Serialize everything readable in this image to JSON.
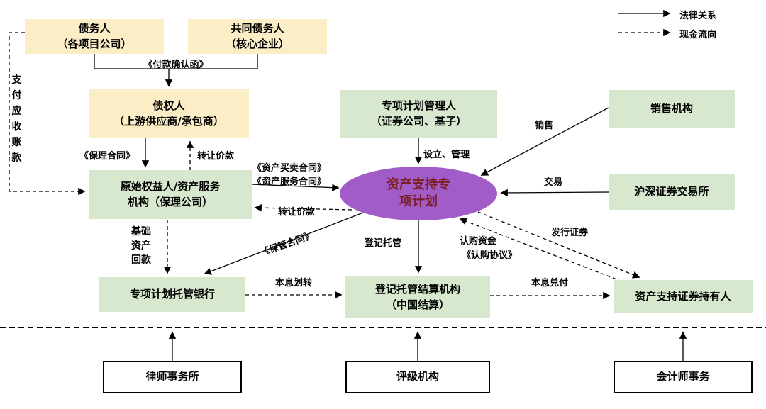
{
  "legend": {
    "legal_label": "法律关系",
    "cash_label": "现金流向"
  },
  "nodes": {
    "debtor": {
      "line1": "债务人",
      "line2": "（各项目公司）"
    },
    "co_debtor": {
      "line1": "共同债务人",
      "line2": "（核心企业）"
    },
    "creditor": {
      "line1": "债权人",
      "line2": "（上游供应商/承包商）"
    },
    "originator": {
      "line1": "原始权益人/资产服务",
      "line2": "机构（保理公司）"
    },
    "plan_manager": {
      "line1": "专项计划管理人",
      "line2": "（证券公司、基子）"
    },
    "sales_agency": {
      "label": "销售机构"
    },
    "exchange": {
      "label": "沪深证券交易所"
    },
    "spv": {
      "line1": "资产支持专",
      "line2": "项计划"
    },
    "custodian_bank": {
      "label": "专项计划托管银行"
    },
    "registrar": {
      "line1": "登记托管结算机构",
      "line2": "（中国结算）"
    },
    "abs_holders": {
      "label": "资产支持证券持有人"
    },
    "law_firm": {
      "label": "律师事务所"
    },
    "rating_agency": {
      "label": "评级机构"
    },
    "accounting_firm": {
      "label": "会计师事务"
    }
  },
  "edge_labels": {
    "payment_confirmation": "《付款确认函》",
    "pay_receivables": "支付应收账款",
    "factoring_contract": "《保理合同》",
    "transfer_price_up": "转让价款",
    "asset_purchase_contract": "《资产买卖合同》",
    "asset_service_contract": "《资产服务合同》",
    "transfer_price_left": "转让价款",
    "setup_manage": "设立、管理",
    "sales": "销售",
    "trading": "交易",
    "underlying_asset_repayment": "基础资产回款",
    "custody_contract": "《保管合同》",
    "registration_custody": "登记托管",
    "subscription_funds": "认购资金",
    "subscription_agreement": "《认购协议》",
    "issue_securities": "发行证券",
    "pi_transfer": "本息划转",
    "pi_payment": "本息兑付"
  },
  "colors": {
    "node_yellow": "#FBEEC6",
    "node_green": "#D7E8CE",
    "spv_fill": "#A15CC7",
    "spv_text": "#7B1D22",
    "line": "#000000"
  }
}
